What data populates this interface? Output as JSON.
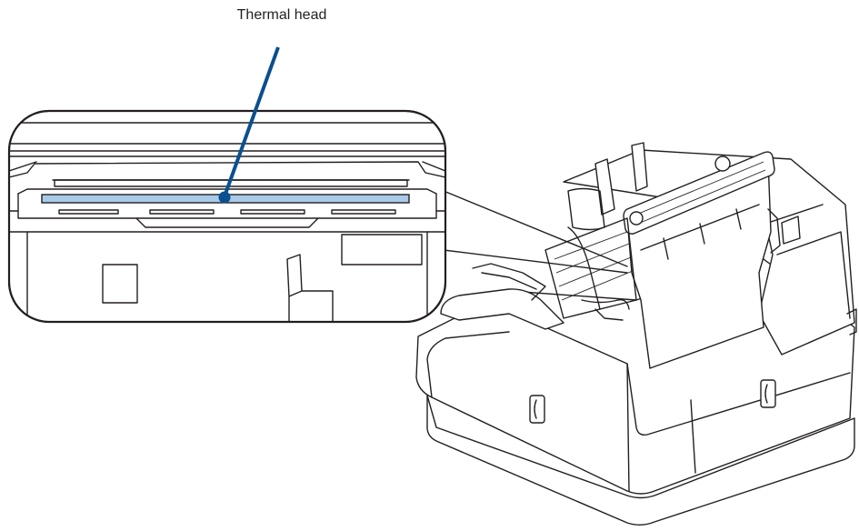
{
  "callout": {
    "label": "Thermal head",
    "leader_color": "#0a4f8f",
    "head_fill_color": "#a9c9e8"
  },
  "icons": {
    "printer": "printer-illustration",
    "magnified": "magnified-inset",
    "thermal_head": "thermal-head-strip"
  }
}
